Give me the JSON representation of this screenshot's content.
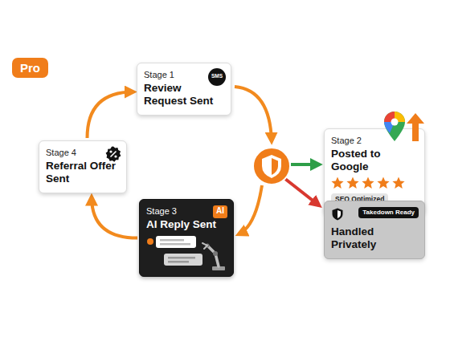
{
  "diagram": {
    "nodes": [
      {
        "text": [
          "Pro"
        ]
      },
      {
        "text": [
          "Stage 1",
          "Review Request Sent"
        ]
      },
      {
        "text": [
          "SMS"
        ],
        "in": 1
      },
      {
        "text": [
          "Stage 2",
          "Posted to Google"
        ]
      },
      {
        "text": [
          "SEO Optimized"
        ],
        "in": 3
      },
      {
        "text": [
          "Handled Privately"
        ]
      },
      {
        "text": [
          "Takedown Ready"
        ],
        "in": 5
      },
      {
        "text": [
          "Stage 4",
          "Referral Offer Sent"
        ]
      },
      {
        "text": [
          "Stage 3",
          "AI Reply Sent"
        ]
      },
      {
        "text": [
          "AI"
        ],
        "in": 8
      }
    ],
    "edges": [
      {
        "from": 8,
        "to": 7,
        "arrow": "to"
      },
      {
        "from": 7,
        "to": 1,
        "arrow": "to"
      }
    ]
  }
}
